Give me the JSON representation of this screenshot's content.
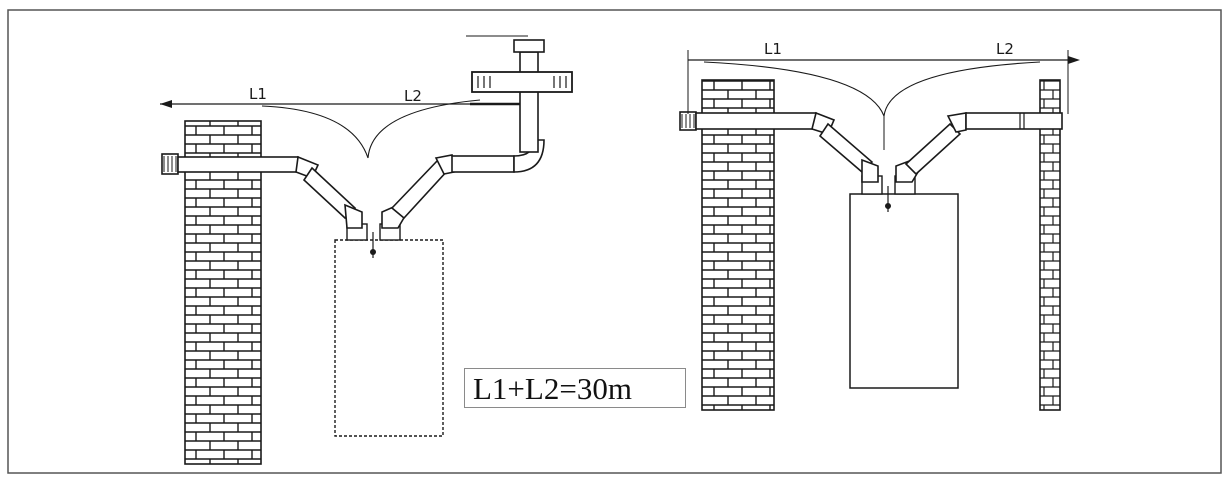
{
  "figure": {
    "formula": "L1+L2=30m",
    "left_diagram": {
      "label_l1": "L1",
      "label_l2": "L2"
    },
    "right_diagram": {
      "label_l1": "L1",
      "label_l2": "L2"
    }
  },
  "colors": {
    "line": "#1a1a1a",
    "frame": "#555555",
    "background": "#ffffff"
  }
}
